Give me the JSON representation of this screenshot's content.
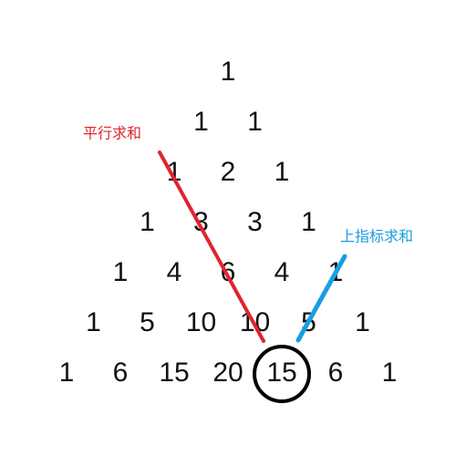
{
  "triangle": {
    "rows": [
      [
        "1"
      ],
      [
        "1",
        "1"
      ],
      [
        "1",
        "2",
        "1"
      ],
      [
        "1",
        "3",
        "3",
        "1"
      ],
      [
        "1",
        "4",
        "6",
        "4",
        "1"
      ],
      [
        "1",
        "5",
        "10",
        "10",
        "5",
        "1"
      ],
      [
        "1",
        "6",
        "15",
        "20",
        "15",
        "6",
        "1"
      ]
    ],
    "highlighted": {
      "row": 6,
      "index": 4
    }
  },
  "annotations": {
    "parallel_sum": {
      "label": "平行求和",
      "color": "#e0242f"
    },
    "upper_sum": {
      "label": "上指标求和",
      "color": "#1a9ee0"
    }
  },
  "colors": {
    "numbers": "#111111",
    "circle": "#000000",
    "background": "#ffffff"
  }
}
